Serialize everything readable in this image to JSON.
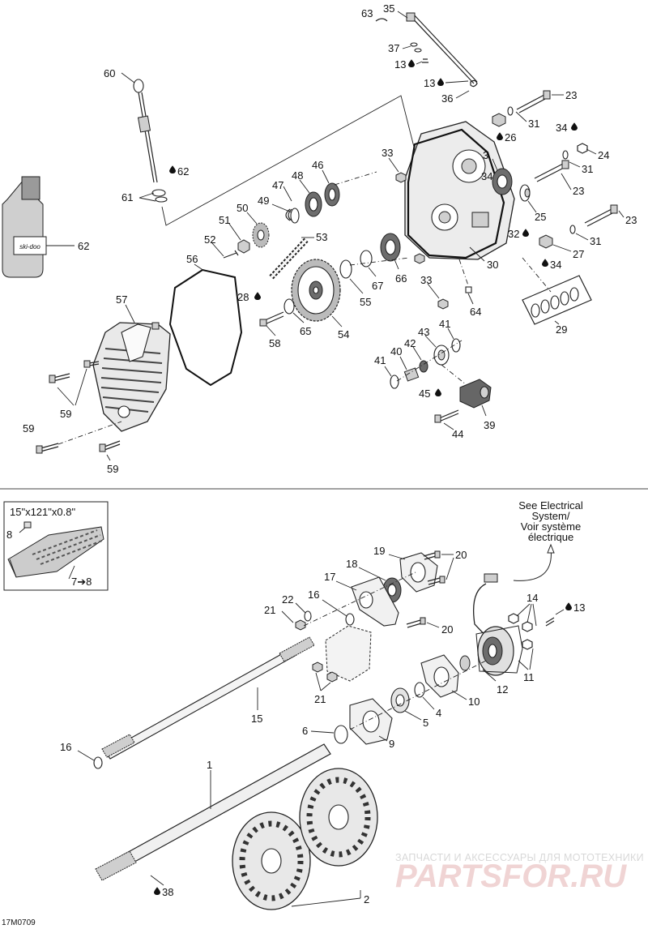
{
  "diagram_ref": "17M0709",
  "track_spec": "15\"x121\"x0.8\"",
  "electrical_note": [
    "See Electrical",
    "System/",
    "Voir système",
    "électrique"
  ],
  "watermark": {
    "line1": "ЗАПЧАСТИ И АКСЕССУАРЫ ДЛЯ МОТОТЕХНИКИ",
    "line2": "PARTSFOR.RU"
  },
  "callouts": {
    "c1": "1",
    "c2": "2",
    "c4": "4",
    "c5": "5",
    "c6": "6",
    "c7": "7➔8",
    "c8": "8",
    "c9": "9",
    "c10": "10",
    "c11": "11",
    "c12": "12",
    "c13a": "13",
    "c13b": "13",
    "c13c": "13",
    "c14": "14",
    "c15": "15",
    "c16a": "16",
    "c16b": "16",
    "c17": "17",
    "c18": "18",
    "c19": "19",
    "c20a": "20",
    "c20b": "20",
    "c21a": "21",
    "c21b": "21",
    "c22": "22",
    "c23a": "23",
    "c23b": "23",
    "c23c": "23",
    "c24": "24",
    "c25": "25",
    "c26": "26",
    "c27": "27",
    "c28": "28",
    "c29": "29",
    "c3": "3",
    "c30": "30",
    "c31a": "31",
    "c31b": "31",
    "c31c": "31",
    "c32": "32",
    "c33a": "33",
    "c33b": "33",
    "c34a": "34",
    "c34b": "34",
    "c34c": "34",
    "c35": "35",
    "c36": "36",
    "c37": "37",
    "c38": "38",
    "c39": "39",
    "c40": "40",
    "c41a": "41",
    "c41b": "41",
    "c42": "42",
    "c43": "43",
    "c44": "44",
    "c45": "45",
    "c46": "46",
    "c47": "47",
    "c48": "48",
    "c49": "49",
    "c50": "50",
    "c51": "51",
    "c52": "52",
    "c53": "53",
    "c54": "54",
    "c55": "55",
    "c56": "56",
    "c57": "57",
    "c58": "58",
    "c59a": "59",
    "c59b": "59",
    "c59c": "59",
    "c60": "60",
    "c61": "61",
    "c62a": "62",
    "c62b": "62",
    "c63": "63",
    "c64": "64",
    "c65": "65",
    "c66": "66",
    "c67": "67"
  },
  "bottle_label": "ski-doo",
  "icons": {
    "lubricant": "drop-icon",
    "arrow": "arrow-icon"
  }
}
